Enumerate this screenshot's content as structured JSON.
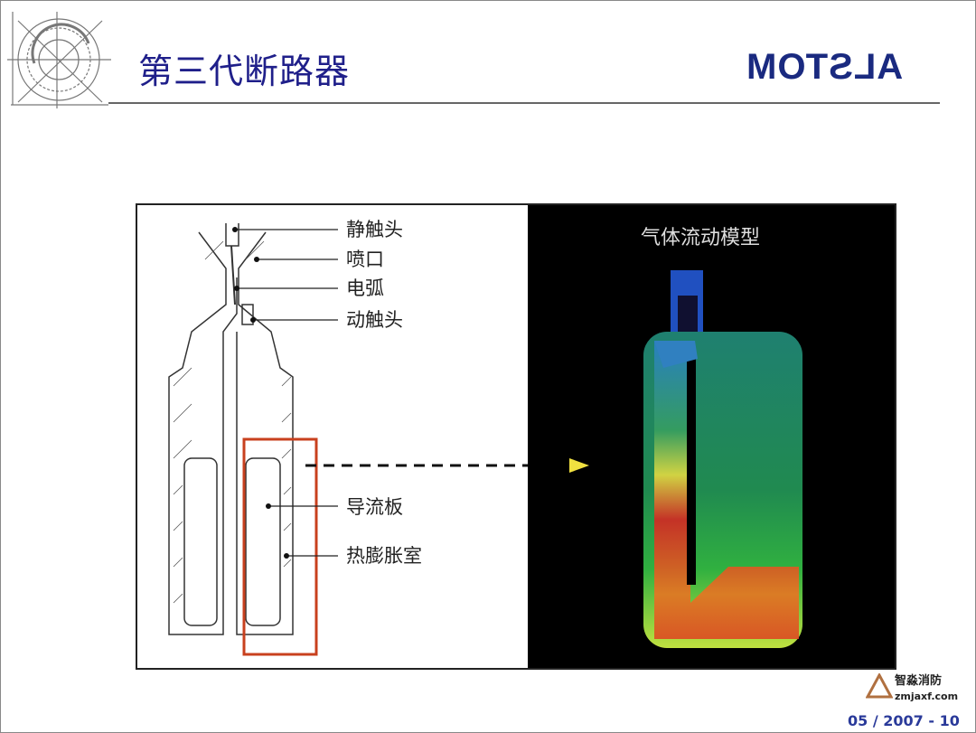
{
  "slide": {
    "title": "第三代断路器",
    "logo": "ALSTOM",
    "footer": "05 / 2007 - 10"
  },
  "diagram": {
    "labels": [
      "静触头",
      "喷口",
      "电弧",
      "动触头",
      "导流板",
      "热膨胀室"
    ]
  },
  "simulation": {
    "title": "气体流动模型"
  },
  "watermark": {
    "name": "智淼消防",
    "site": "zmjaxf.com"
  },
  "colors": {
    "title": "#1f1f8a",
    "highlight": "#c8401e",
    "arrow": "#f0e040"
  }
}
